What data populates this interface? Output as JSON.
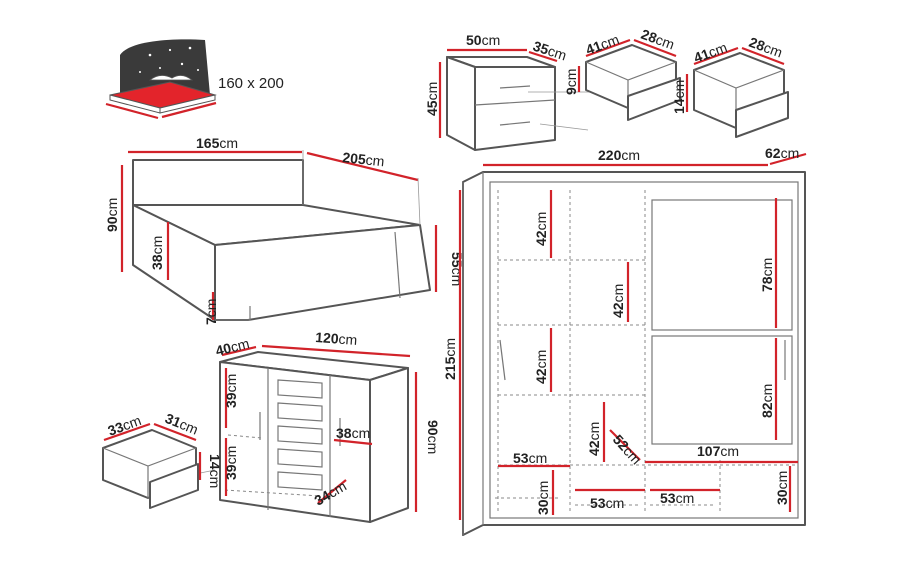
{
  "colors": {
    "dimension_line": "#d2232a",
    "outline": "#555555",
    "mattress": "#e3242b",
    "night_sky": "#3a3a3a",
    "text": "#222222"
  },
  "unit": "cm",
  "mattress": {
    "size_label": "160 x 200"
  },
  "bed": {
    "width": "165",
    "length": "205",
    "height": "90",
    "frame_height": "38",
    "leg_height": "7",
    "side_height": "55"
  },
  "nightstand": {
    "width": "50",
    "depth": "35",
    "height": "45"
  },
  "drawer_upper": {
    "width": "41",
    "depth": "28",
    "height": "9"
  },
  "drawer_lower": {
    "width": "41",
    "depth": "28",
    "height": "14"
  },
  "dresser": {
    "width": "120",
    "depth": "40",
    "height": "90",
    "shelf_upper": "39",
    "shelf_lower": "39",
    "drawer_width": "38",
    "drawer_depth": "34"
  },
  "dresser_drawer": {
    "width": "33",
    "depth": "31",
    "height": "14"
  },
  "wardrobe": {
    "width": "220",
    "depth": "62",
    "height": "215",
    "shelf_1": "42",
    "shelf_2": "42",
    "shelf_3": "42",
    "shelf_4": "42",
    "hanging_upper": "78",
    "hanging_lower": "82",
    "shelf_depth": "52",
    "bottom_left_width": "53",
    "bottom_left_height": "30",
    "bottom_mid_width_1": "53",
    "bottom_mid_width_2": "53",
    "bottom_right_width": "107",
    "bottom_right_height": "30"
  }
}
